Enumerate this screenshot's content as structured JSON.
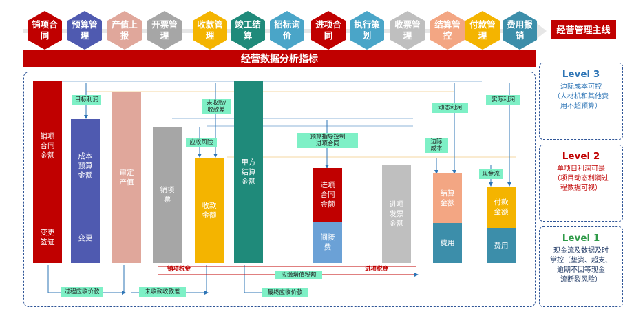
{
  "process_steps": [
    {
      "label": "销项合同",
      "color": "#c00000"
    },
    {
      "label": "预算管理",
      "color": "#4f5ab0"
    },
    {
      "label": "产值上报",
      "color": "#e0a79b"
    },
    {
      "label": "开票管理",
      "color": "#a6a6a6"
    },
    {
      "label": "收款管理",
      "color": "#f4b400"
    },
    {
      "label": "竣工结算",
      "color": "#1f8a7a"
    },
    {
      "label": "招标询价",
      "color": "#4aa5c8"
    },
    {
      "label": "进项合同",
      "color": "#c00000"
    },
    {
      "label": "执行策划",
      "color": "#4aa5c8"
    },
    {
      "label": "收票管理",
      "color": "#bfbfbf"
    },
    {
      "label": "结算管控",
      "color": "#f3a683"
    },
    {
      "label": "付款管理",
      "color": "#f4b400"
    },
    {
      "label": "费用报销",
      "color": "#3c8eaa"
    }
  ],
  "main_line_label": "经营管理主线",
  "analysis_title": "经营数据分析指标",
  "bars": {
    "sales_contract": "销项\n合同\n金额",
    "sales_change": "变更\n签证",
    "cost_budget": "成本\n预算\n金额",
    "cost_change": "变更",
    "output_value": "审定\n产值",
    "sales_invoice": "销项\n票",
    "receipt": "收款\n金额",
    "owner_settlement": "甲方\n结算\n金额",
    "purchase_contract": "进项\n合同\n金额",
    "indirect_cost": "间接\n费",
    "purchase_invoice": "进项\n发票\n金额",
    "settlement": "结算\n金额",
    "settlement_fee": "费用",
    "payment": "付款\n金额",
    "payment_fee": "费用"
  },
  "labels": {
    "target_profit": "目标利润",
    "uncollected": "未收款/\n收款差",
    "receivable_risk": "应收风险",
    "budget_guide": "预算指导控制\n进项合同",
    "dynamic_profit": "动态利润",
    "marginal_cost": "边际\n成本",
    "actual_profit": "实际利润",
    "cash_flow": "现金流",
    "vat_payable": "应缴增值税额",
    "process_receivable": "过程应收价款",
    "uncollected_diff": "未收款收款差",
    "final_receivable": "最终应收价款"
  },
  "tax_labels": {
    "output_tax": "销项税金",
    "input_tax": "进项税金"
  },
  "levels": [
    {
      "title": "Level 3",
      "desc": "边际成本可控\n（人材机和其他费\n用不超预算）",
      "title_color": "#2e75b6",
      "desc_color": "#2e75b6"
    },
    {
      "title": "Level 2",
      "desc": "单项目利润可是\n（项目动态利润过\n程数据可视）",
      "title_color": "#c00000",
      "desc_color": "#c00000"
    },
    {
      "title": "Level 1",
      "desc": "现金流及数据及时\n掌控（垫资、超支、\n逾期不回等现金\n流断裂风险）",
      "title_color": "#2e9a48",
      "desc_color": "#1f3864"
    }
  ]
}
